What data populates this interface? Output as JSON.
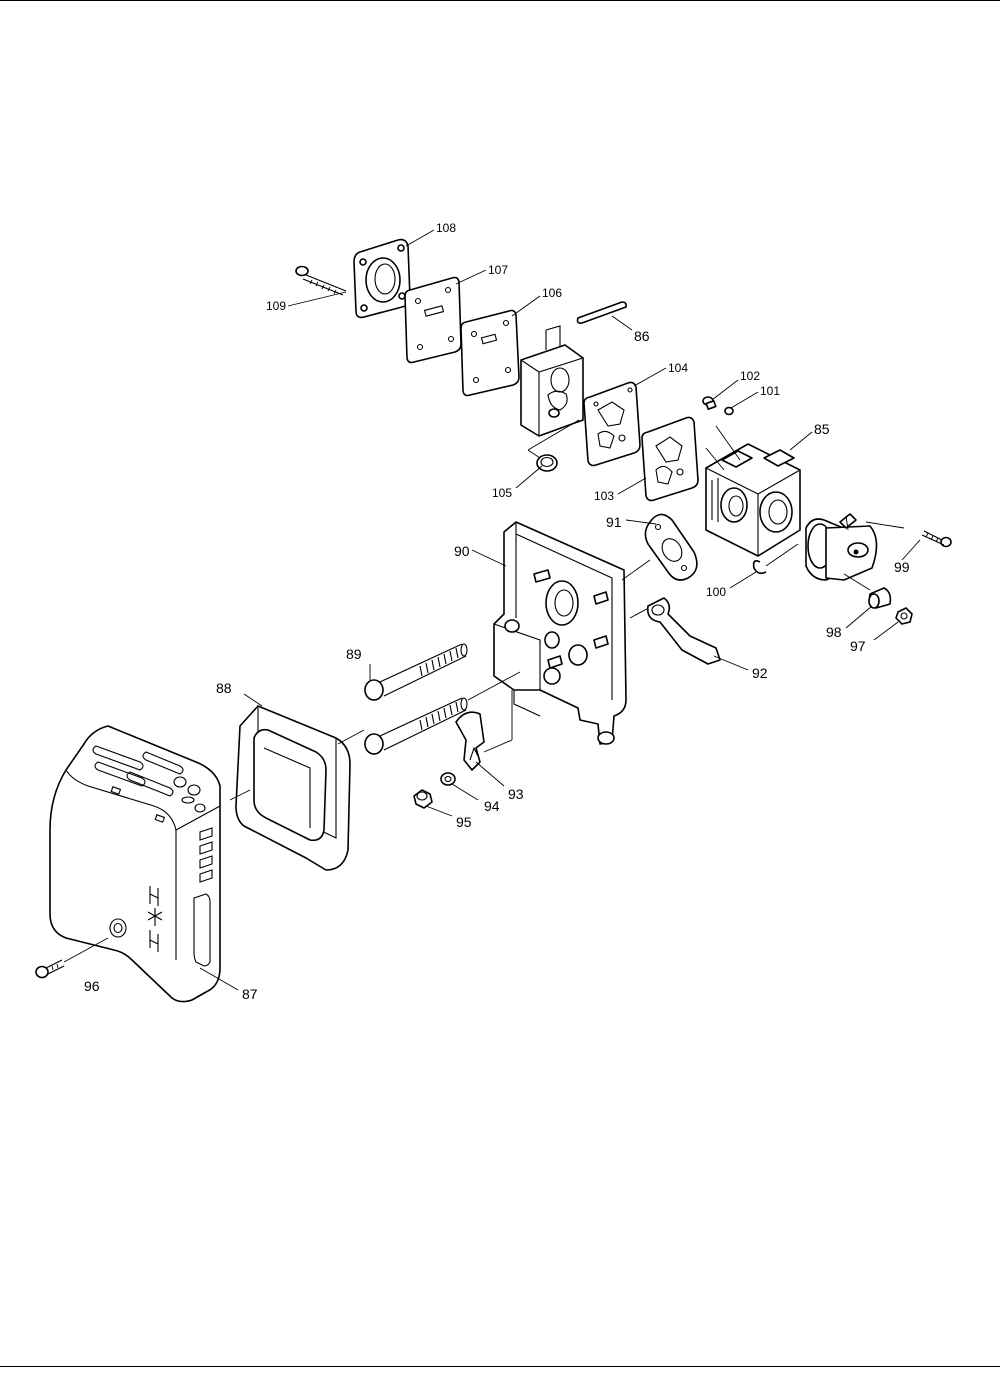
{
  "labels": {
    "p85": "85",
    "p86": "86",
    "p87": "87",
    "p88": "88",
    "p89": "89",
    "p90": "90",
    "p91": "91",
    "p92": "92",
    "p93": "93",
    "p94": "94",
    "p95": "95",
    "p96": "96",
    "p97": "97",
    "p98": "98",
    "p99": "99",
    "p100": "100",
    "p101": "101",
    "p102": "102",
    "p103": "103",
    "p104": "104",
    "p105": "105",
    "p106": "106",
    "p107": "107",
    "p108": "108",
    "p109": "109"
  }
}
